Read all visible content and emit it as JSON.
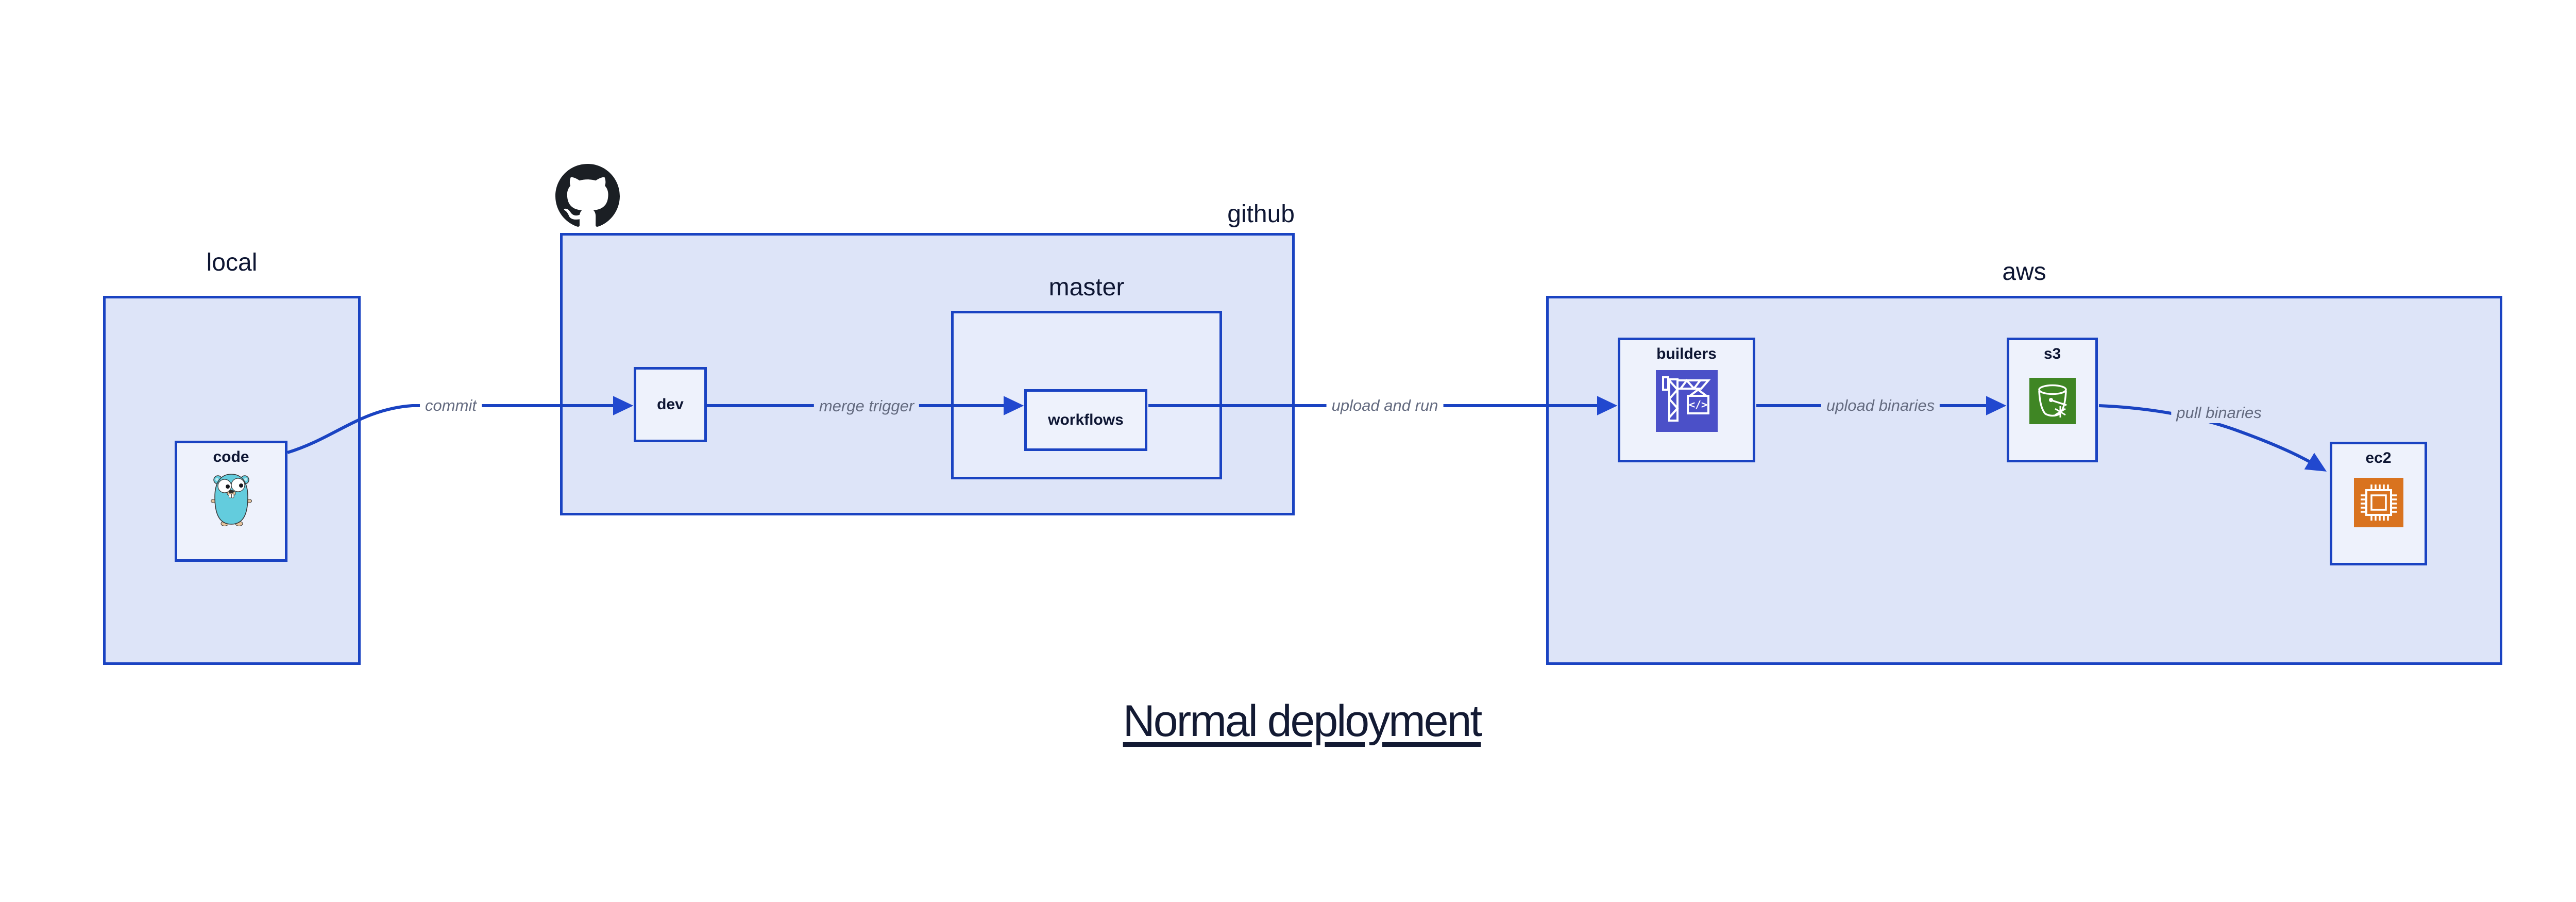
{
  "diagram": {
    "title": "Normal deployment",
    "colors": {
      "background": "#ffffff",
      "line_blue": "#1a43c2",
      "arrowhead_blue": "#2148cf",
      "container_fill": "#dde4f8",
      "nested_container_fill": "#e7ecfb",
      "leaf_fill": "#eef2fc",
      "label_dark": "#0e1633",
      "edge_label_gray": "#646b80",
      "github_black": "#1b1f24",
      "codebuild_indigo": "#4b50c8",
      "s3_green": "#3f8624",
      "ec2_orange": "#d9731f",
      "gopher_teal": "#63ccdd"
    },
    "containers": {
      "local": {
        "label": "local"
      },
      "github": {
        "label": "github",
        "logo_icon": "github-octocat-icon"
      },
      "master": {
        "label": "master"
      },
      "aws": {
        "label": "aws"
      }
    },
    "nodes": {
      "code": {
        "label": "code",
        "icon": "go-gopher-icon"
      },
      "dev": {
        "label": "dev"
      },
      "workflows": {
        "label": "workflows"
      },
      "builders": {
        "label": "builders",
        "icon": "codebuild-crane-icon",
        "icon_style": "background:#4b50c8"
      },
      "s3": {
        "label": "s3",
        "icon": "s3-bucket-snowflake-icon",
        "icon_style": "background:#3f8624"
      },
      "ec2": {
        "label": "ec2",
        "icon": "ec2-chip-icon",
        "icon_style": "background:#d9731f"
      }
    },
    "edges": {
      "commit": {
        "label": "commit"
      },
      "merge_trigger": {
        "label": "merge trigger"
      },
      "upload_and_run": {
        "label": "upload and run"
      },
      "upload_binaries": {
        "label": "upload binaries"
      },
      "pull_binaries": {
        "label": "pull binaries"
      }
    }
  }
}
